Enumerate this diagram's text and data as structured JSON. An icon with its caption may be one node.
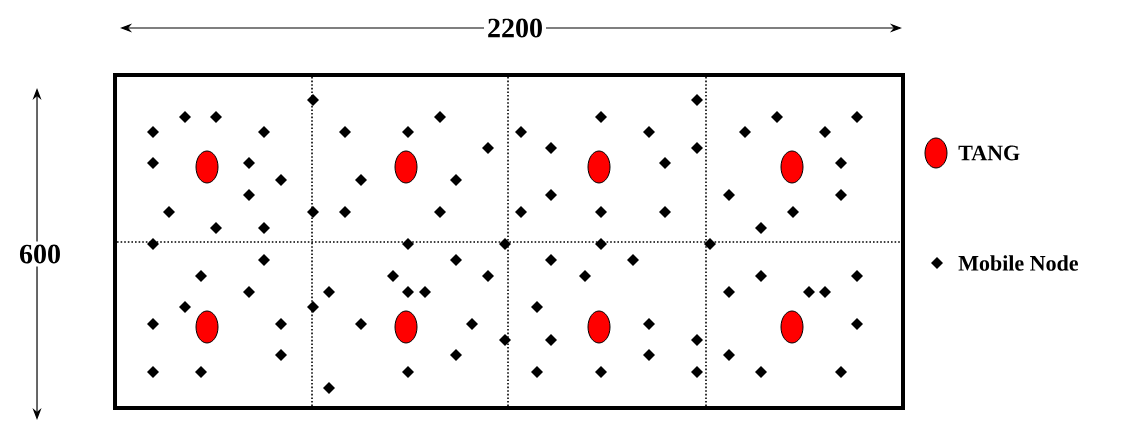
{
  "diagram": {
    "labels": [
      "2200",
      "600"
    ],
    "legend": [
      {
        "text": "TANG",
        "color": "#ff0000"
      },
      {
        "text": "Mobile Node"
      }
    ]
  }
}
